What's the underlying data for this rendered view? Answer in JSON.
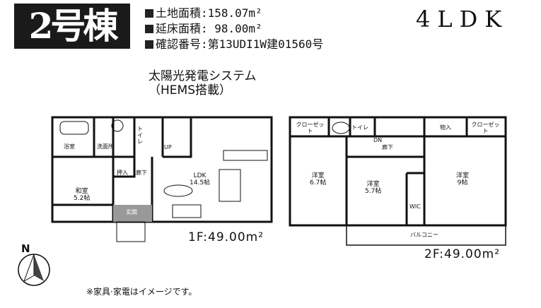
{
  "header": {
    "building": "2号棟",
    "land_area": "土地面積:158.07m²",
    "floor_area": "延床面積: 98.00m²",
    "permit": "確認番号:第13UDI1W建01560号",
    "layout": "4LDK",
    "solar_line1": "太陽光発電システム",
    "solar_line2": "（HEMS搭載）"
  },
  "floor1": {
    "area": "1F:49.00m²",
    "rooms": {
      "bath": "浴室",
      "washroom": "洗面所",
      "toilet": "トイレ",
      "up": "UP",
      "closet": "押入",
      "hall": "廊下",
      "washitsu": "和室",
      "washitsu_size": "5.2帖",
      "ldk": "LDK",
      "ldk_size": "14.5帖",
      "entrance": "玄関"
    }
  },
  "floor2": {
    "area": "2F:49.00m²",
    "rooms": {
      "closet_left": "クローゼット",
      "toilet": "トイレ",
      "dn": "DN",
      "hall": "廊下",
      "storage": "物入",
      "closet_right": "クローゼット",
      "western1": "洋室",
      "western1_size": "6.7帖",
      "western2": "洋室",
      "western2_size": "5.7帖",
      "western3": "洋室",
      "western3_size": "9帖",
      "wic": "WIC",
      "balcony": "バルコニー"
    }
  },
  "compass": {
    "label": "N"
  },
  "note": "※家具·家電はイメージです。"
}
